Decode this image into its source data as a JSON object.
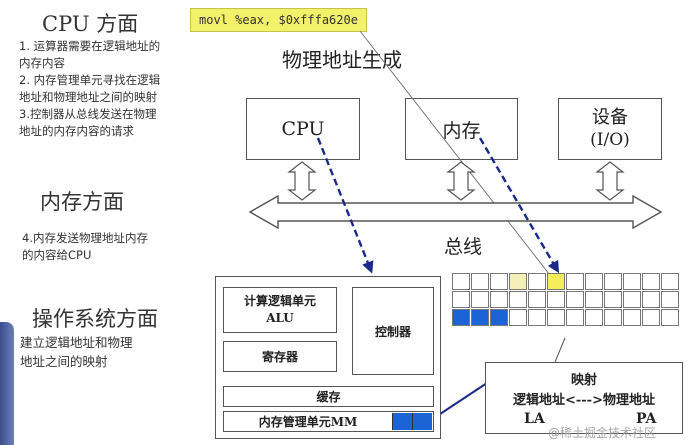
{
  "cpu_side": {
    "title": "CPU 方面",
    "notes": [
      "1. 运算器需要在逻辑地址的",
      "内存内容",
      "2. 内存管理单元寻找在逻辑",
      "地址和物理地址之间的映射",
      "3.控制器从总线发送在物理",
      "地址的内存内容的请求"
    ]
  },
  "memory_side": {
    "title": "内存方面",
    "notes": [
      "4.内存发送物理地址内存",
      "的内容给CPU"
    ]
  },
  "os_side": {
    "title": "操作系统方面",
    "notes": [
      "建立逻辑地址和物理",
      "地址之间的映射"
    ]
  },
  "instruction": "movl %eax, $0xfffa620e",
  "diagram_title": "物理地址生成",
  "nodes": {
    "cpu": "CPU",
    "memory": "内存",
    "device_line1": "设备",
    "device_line2": "(I/O)"
  },
  "bus_label": "总线",
  "cpu_internals": {
    "alu_line1": "计算逻辑单元",
    "alu_line2": "ALU",
    "registers": "寄存器",
    "controller": "控制器",
    "cache": "缓存",
    "mmu": "内存管理单元MM"
  },
  "mapping": {
    "title": "映射",
    "rule": "逻辑地址<--->物理地址",
    "la": "LA",
    "pa": "PA"
  },
  "watermark": "@稀土掘金技术社区",
  "colors": {
    "code_bg": "#f3f06a",
    "dashed_arrow": "#1a2a8a",
    "highlight_yellow": "#f4ee5c",
    "highlight_blue": "#1c63d6"
  }
}
